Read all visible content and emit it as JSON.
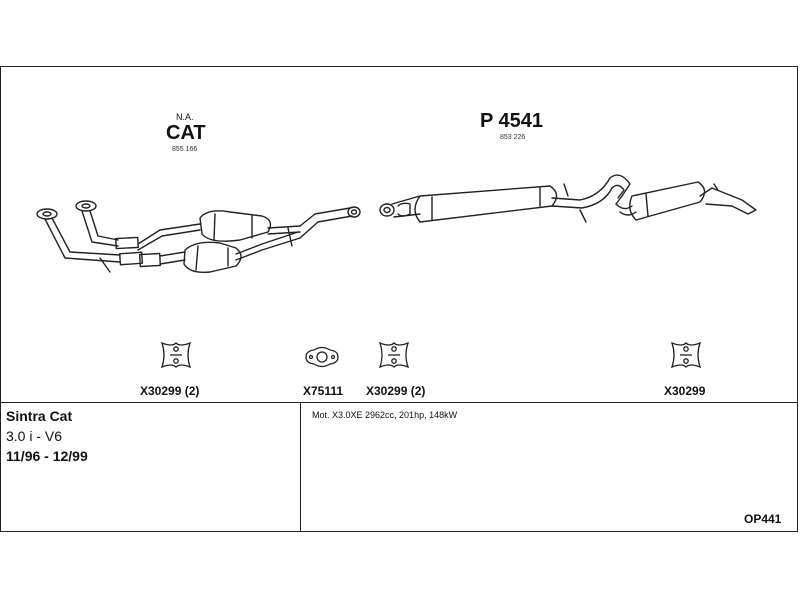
{
  "header": {
    "cat_group": {
      "prefix": "N.A.",
      "title": "CAT",
      "code": "855 166"
    },
    "p_group": {
      "title": "P 4541",
      "code": "853 226"
    }
  },
  "parts": [
    {
      "label": "X30299 (2)",
      "icon": "rubber-hanger-icon"
    },
    {
      "label": "X75111",
      "icon": "flange-gasket-icon"
    },
    {
      "label": "X30299 (2)",
      "icon": "rubber-hanger-icon"
    },
    {
      "label": "X30299",
      "icon": "rubber-hanger-icon"
    }
  ],
  "vehicle": {
    "model": "Sintra Cat",
    "engine": "3.0 i - V6",
    "years": "11/96 - 12/99"
  },
  "motor": "Mot. X3.0XE 2962cc, 201hp, 148kW",
  "diagram_code": "OP441",
  "colors": {
    "line": "#222222",
    "background": "#ffffff"
  }
}
